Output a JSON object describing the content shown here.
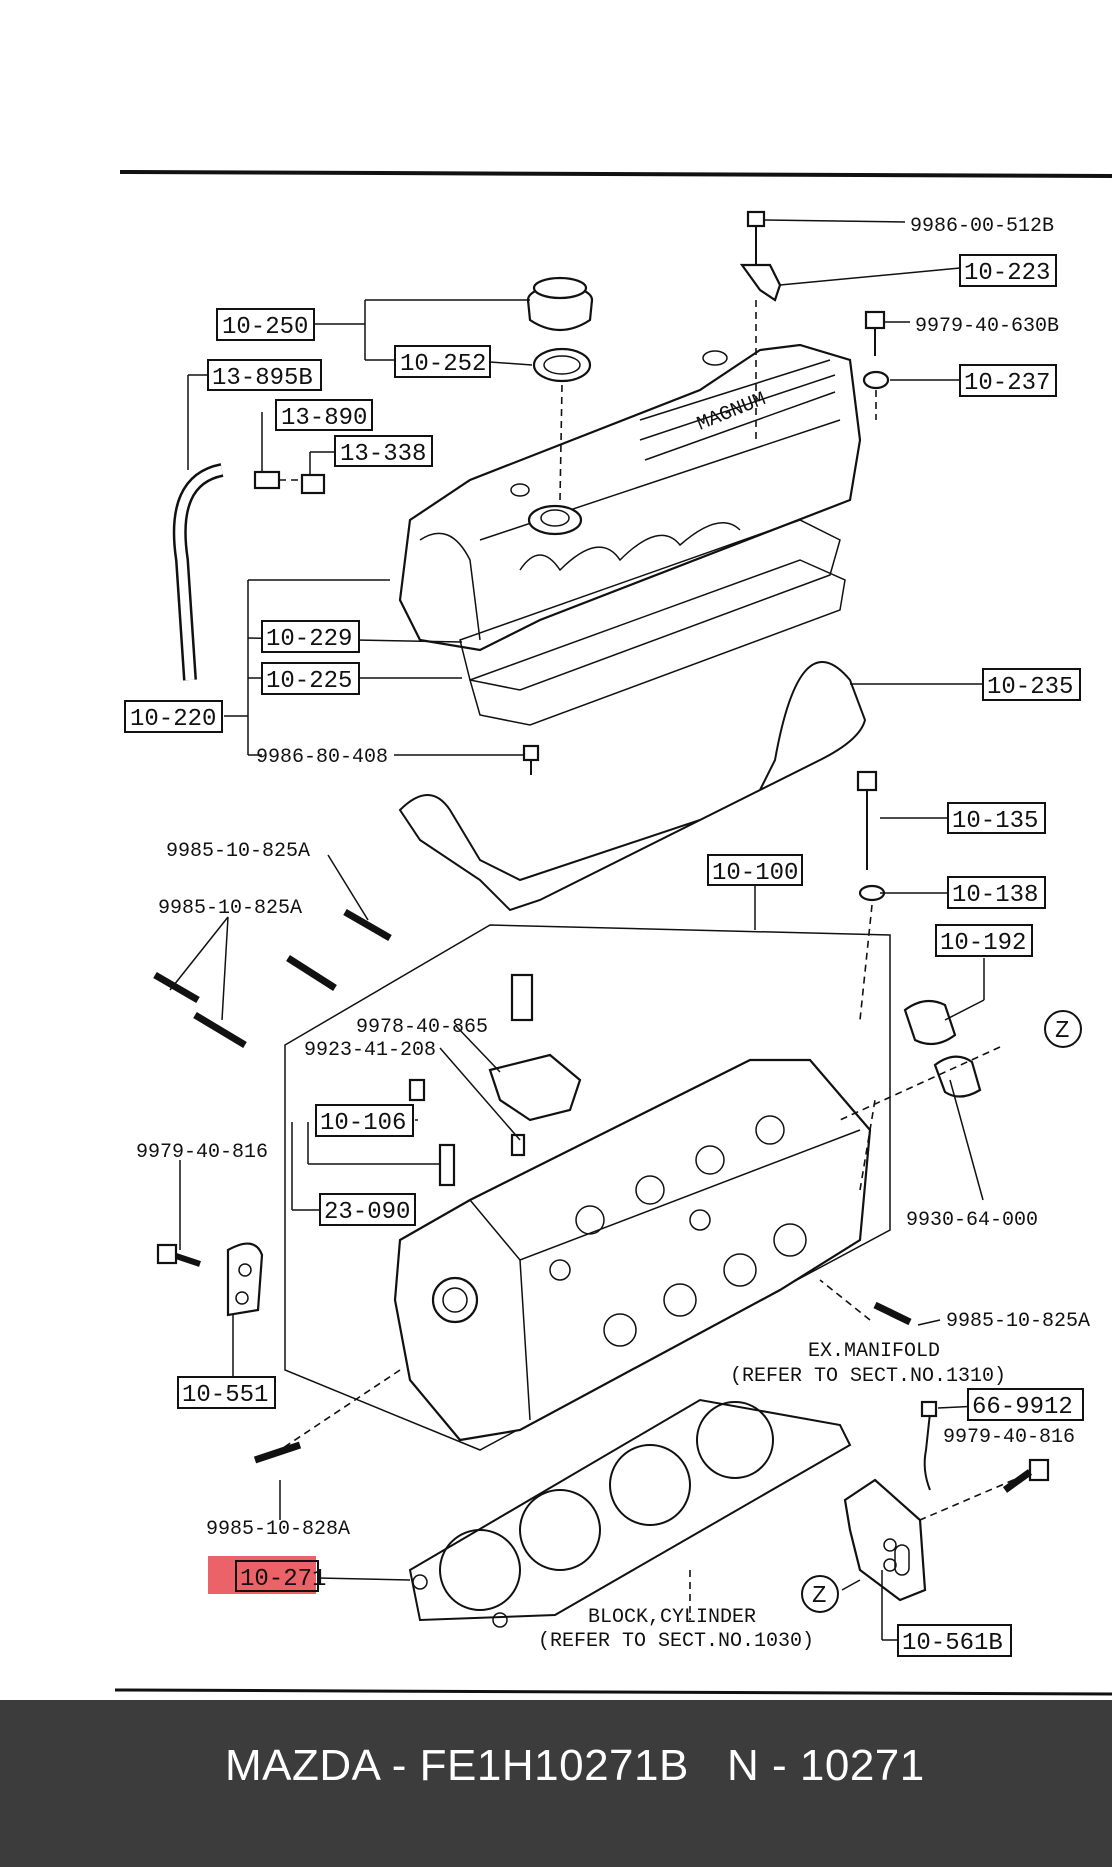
{
  "diagram": {
    "callouts": {
      "c_10_250": "10-250",
      "c_10_252": "10-252",
      "c_13_895b": "13-895B",
      "c_13_890": "13-890",
      "c_13_338": "13-338",
      "c_9986_00_512b": "9986-00-512B",
      "c_10_223": "10-223",
      "c_9979_40_630b": "9979-40-630B",
      "c_10_237": "10-237",
      "c_10_229": "10-229",
      "c_10_225": "10-225",
      "c_10_220": "10-220",
      "c_10_235": "10-235",
      "c_9986_80_408": "9986-80-408",
      "c_9985_10_825a_1": "9985-10-825A",
      "c_9985_10_825a_2": "9985-10-825A",
      "c_10_135": "10-135",
      "c_10_138": "10-138",
      "c_10_100": "10-100",
      "c_10_192": "10-192",
      "c_9978_40_865": "9978-40-865",
      "c_9923_41_208": "9923-41-208",
      "c_z_1": "Z",
      "c_10_106": "10-106",
      "c_9979_40_816_1": "9979-40-816",
      "c_23_090": "23-090",
      "c_9930_64_000": "9930-64-000",
      "c_9985_10_825a_3": "9985-10-825A",
      "c_ex_manifold": "EX.MANIFOLD",
      "c_ex_manifold_ref": "(REFER TO SECT.NO.1310)",
      "c_10_551": "10-551",
      "c_66_9912": "66-9912",
      "c_9979_40_816_2": "9979-40-816",
      "c_9985_10_828a": "9985-10-828A",
      "c_10_271": "10-271",
      "c_z_2": "Z",
      "c_block_cylinder": "BLOCK,CYLINDER",
      "c_block_cylinder_ref": "(REFER TO SECT.NO.1030)",
      "c_10_561b": "10-561B",
      "cover_brand": "MAGNUM"
    },
    "highlight_color": "#e8474e"
  },
  "footer": {
    "text": "MAZDA - FE1H10271B   N - 10271",
    "background": "#3c3c3c"
  }
}
